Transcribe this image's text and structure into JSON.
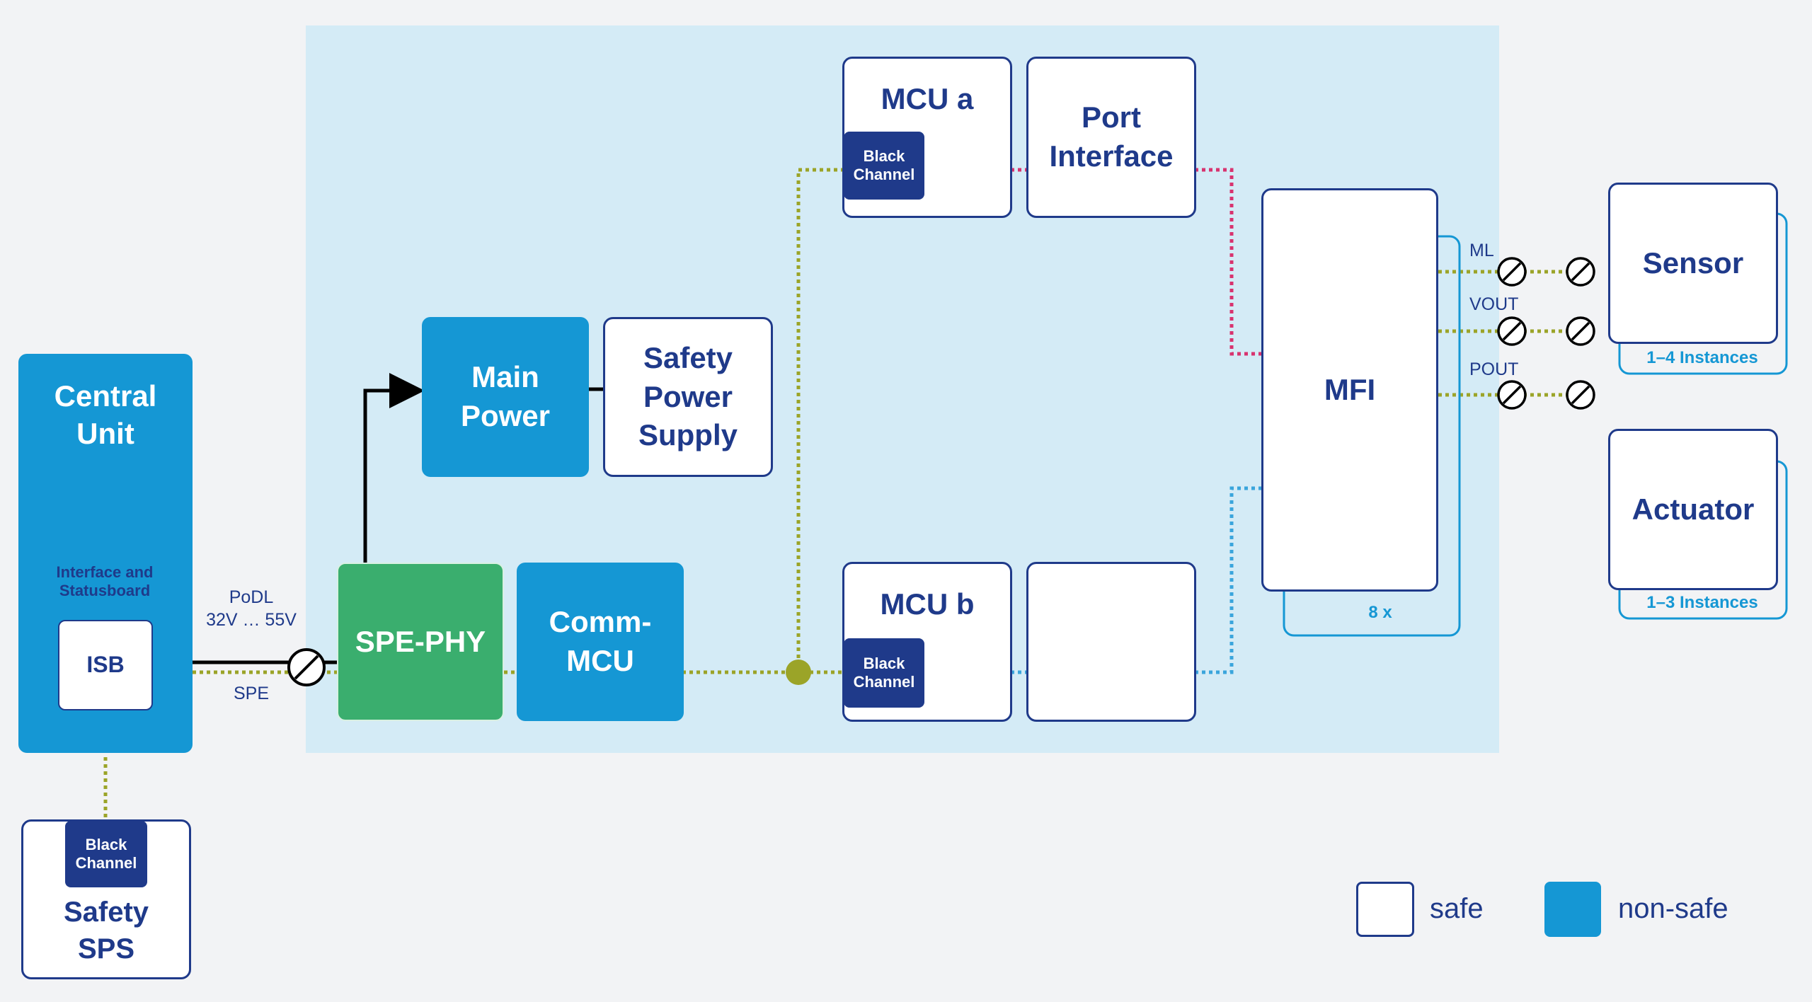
{
  "colors": {
    "safe_border": "#1f3a8a",
    "non_safe": "#1597d4",
    "spe_phy": "#3aae6e",
    "area_bg": "#d4ebf6",
    "olive_line": "#9ba428",
    "pink_line": "#d8336f",
    "cyan_line": "#3aa5dc"
  },
  "blocks": {
    "central_unit": "Central Unit",
    "interface_status": "Interface and Statusboard",
    "isb": "ISB",
    "safety_sps": "Safety SPS",
    "black_channel": "Black Channel",
    "main_power": "Main Power",
    "safety_power_supply": "Safety Power Supply",
    "spe_phy": "SPE-PHY",
    "comm_mcu": "Comm-MCU",
    "mcu_a": "MCU a",
    "mcu_b": "MCU b",
    "port_interface": "Port Interface",
    "mfi": "MFI",
    "mfi_count": "8 x",
    "sensor": "Sensor",
    "sensor_instances": "1–4 Instances",
    "actuator": "Actuator",
    "actuator_instances": "1–3 Instances"
  },
  "line_labels": {
    "podl": "PoDL",
    "voltage": "32V … 55V",
    "spe": "SPE",
    "ml": "ML",
    "vout": "VOUT",
    "pout": "POUT"
  },
  "legend": {
    "safe": "safe",
    "non_safe": "non-safe"
  }
}
